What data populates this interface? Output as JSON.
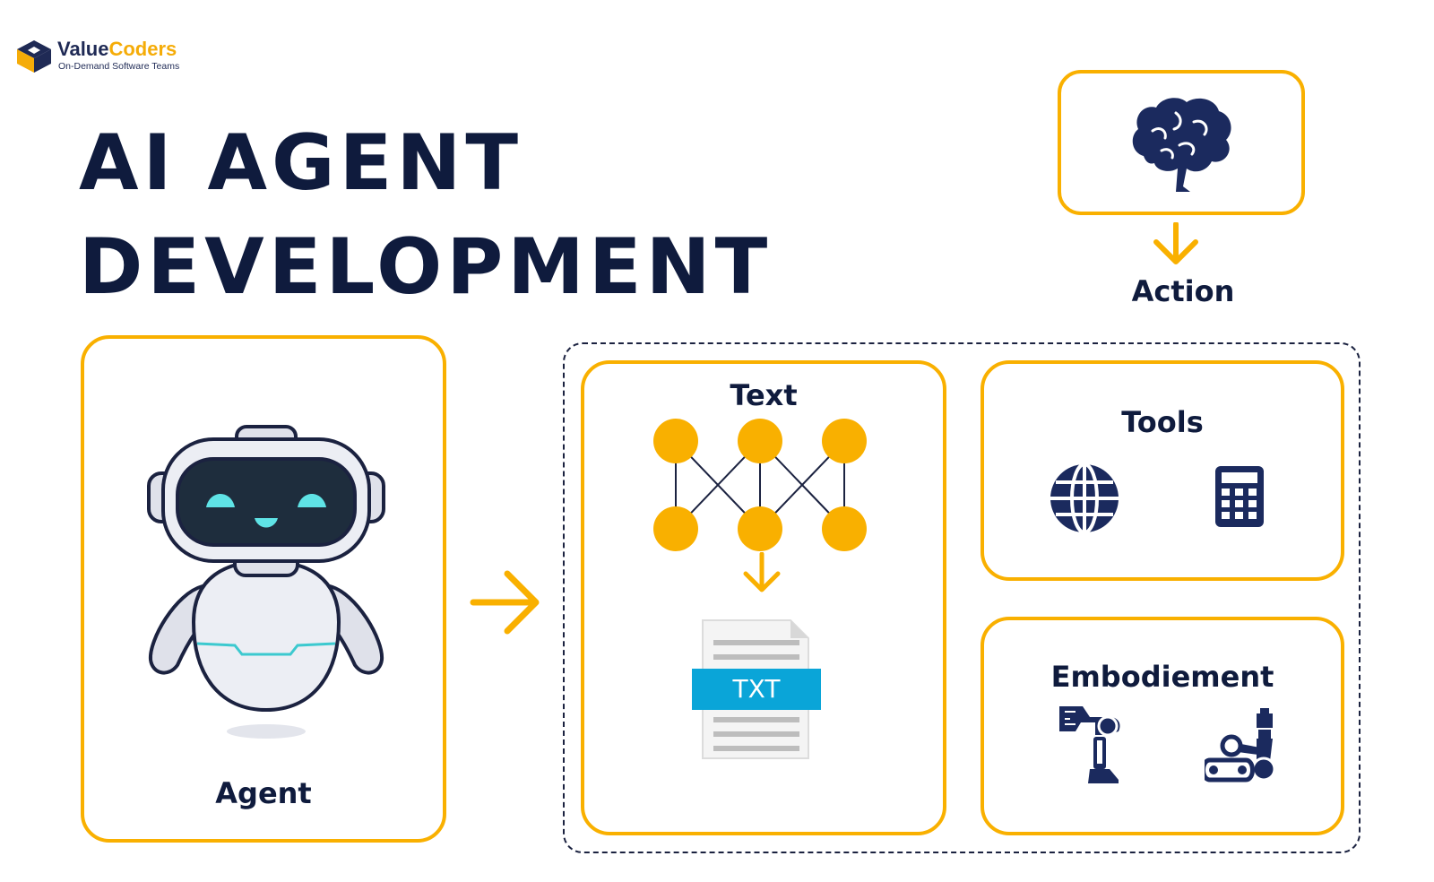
{
  "brand": {
    "name_part1": "Value",
    "name_part2": "Coders",
    "tagline": "On-Demand Software Teams"
  },
  "title": {
    "line1": "AI AGENT",
    "line2": "DEVELOPMENT"
  },
  "nodes": {
    "agent": {
      "label": "Agent",
      "icon": "robot-icon"
    },
    "action": {
      "label": "Action",
      "icon": "brain-icon"
    },
    "text": {
      "label": "Text",
      "icon": "neural-network-icon",
      "file_badge": "TXT"
    },
    "tools": {
      "label": "Tools",
      "icons": [
        "globe-icon",
        "calculator-icon"
      ]
    },
    "embodiment": {
      "label": "Embodiement",
      "icons": [
        "robotic-leg-icon",
        "robotic-arm-icon"
      ]
    }
  },
  "colors": {
    "accent": "#f9b000",
    "navy": "#0f1b3d",
    "txt_badge": "#0aa5d8",
    "robot_face": "#5fe3e6"
  }
}
